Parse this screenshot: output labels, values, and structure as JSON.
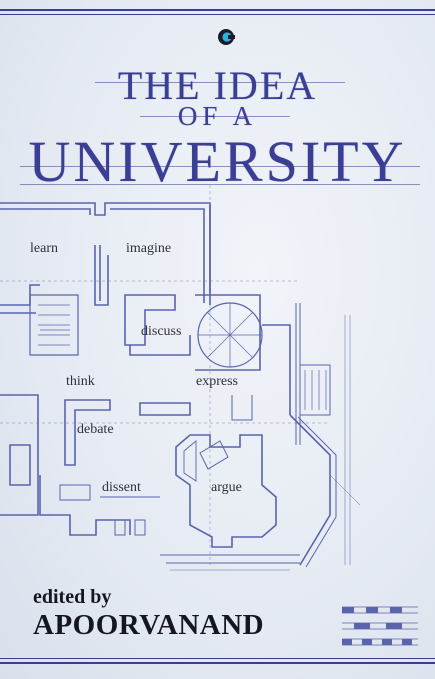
{
  "cover": {
    "title_line1": "THE IDEA",
    "title_line2": "OF A",
    "title_line3": "UNIVERSITY",
    "editor_prefix": "edited by",
    "editor_name": "APOORVANAND"
  },
  "plan_words": {
    "learn": "learn",
    "imagine": "imagine",
    "discuss": "discuss",
    "think": "think",
    "express": "express",
    "debate": "debate",
    "dissent": "dissent",
    "argue": "argue"
  },
  "colors": {
    "title_ink": "#3a3e94",
    "plan_ink": "#5a64ad",
    "text_dark": "#161620",
    "logo_accent": "#27b3e6"
  },
  "icons": {
    "publisher_logo": "publisher-c-logo-icon",
    "scale_bar": "blueprint-scale-bar-icon"
  }
}
